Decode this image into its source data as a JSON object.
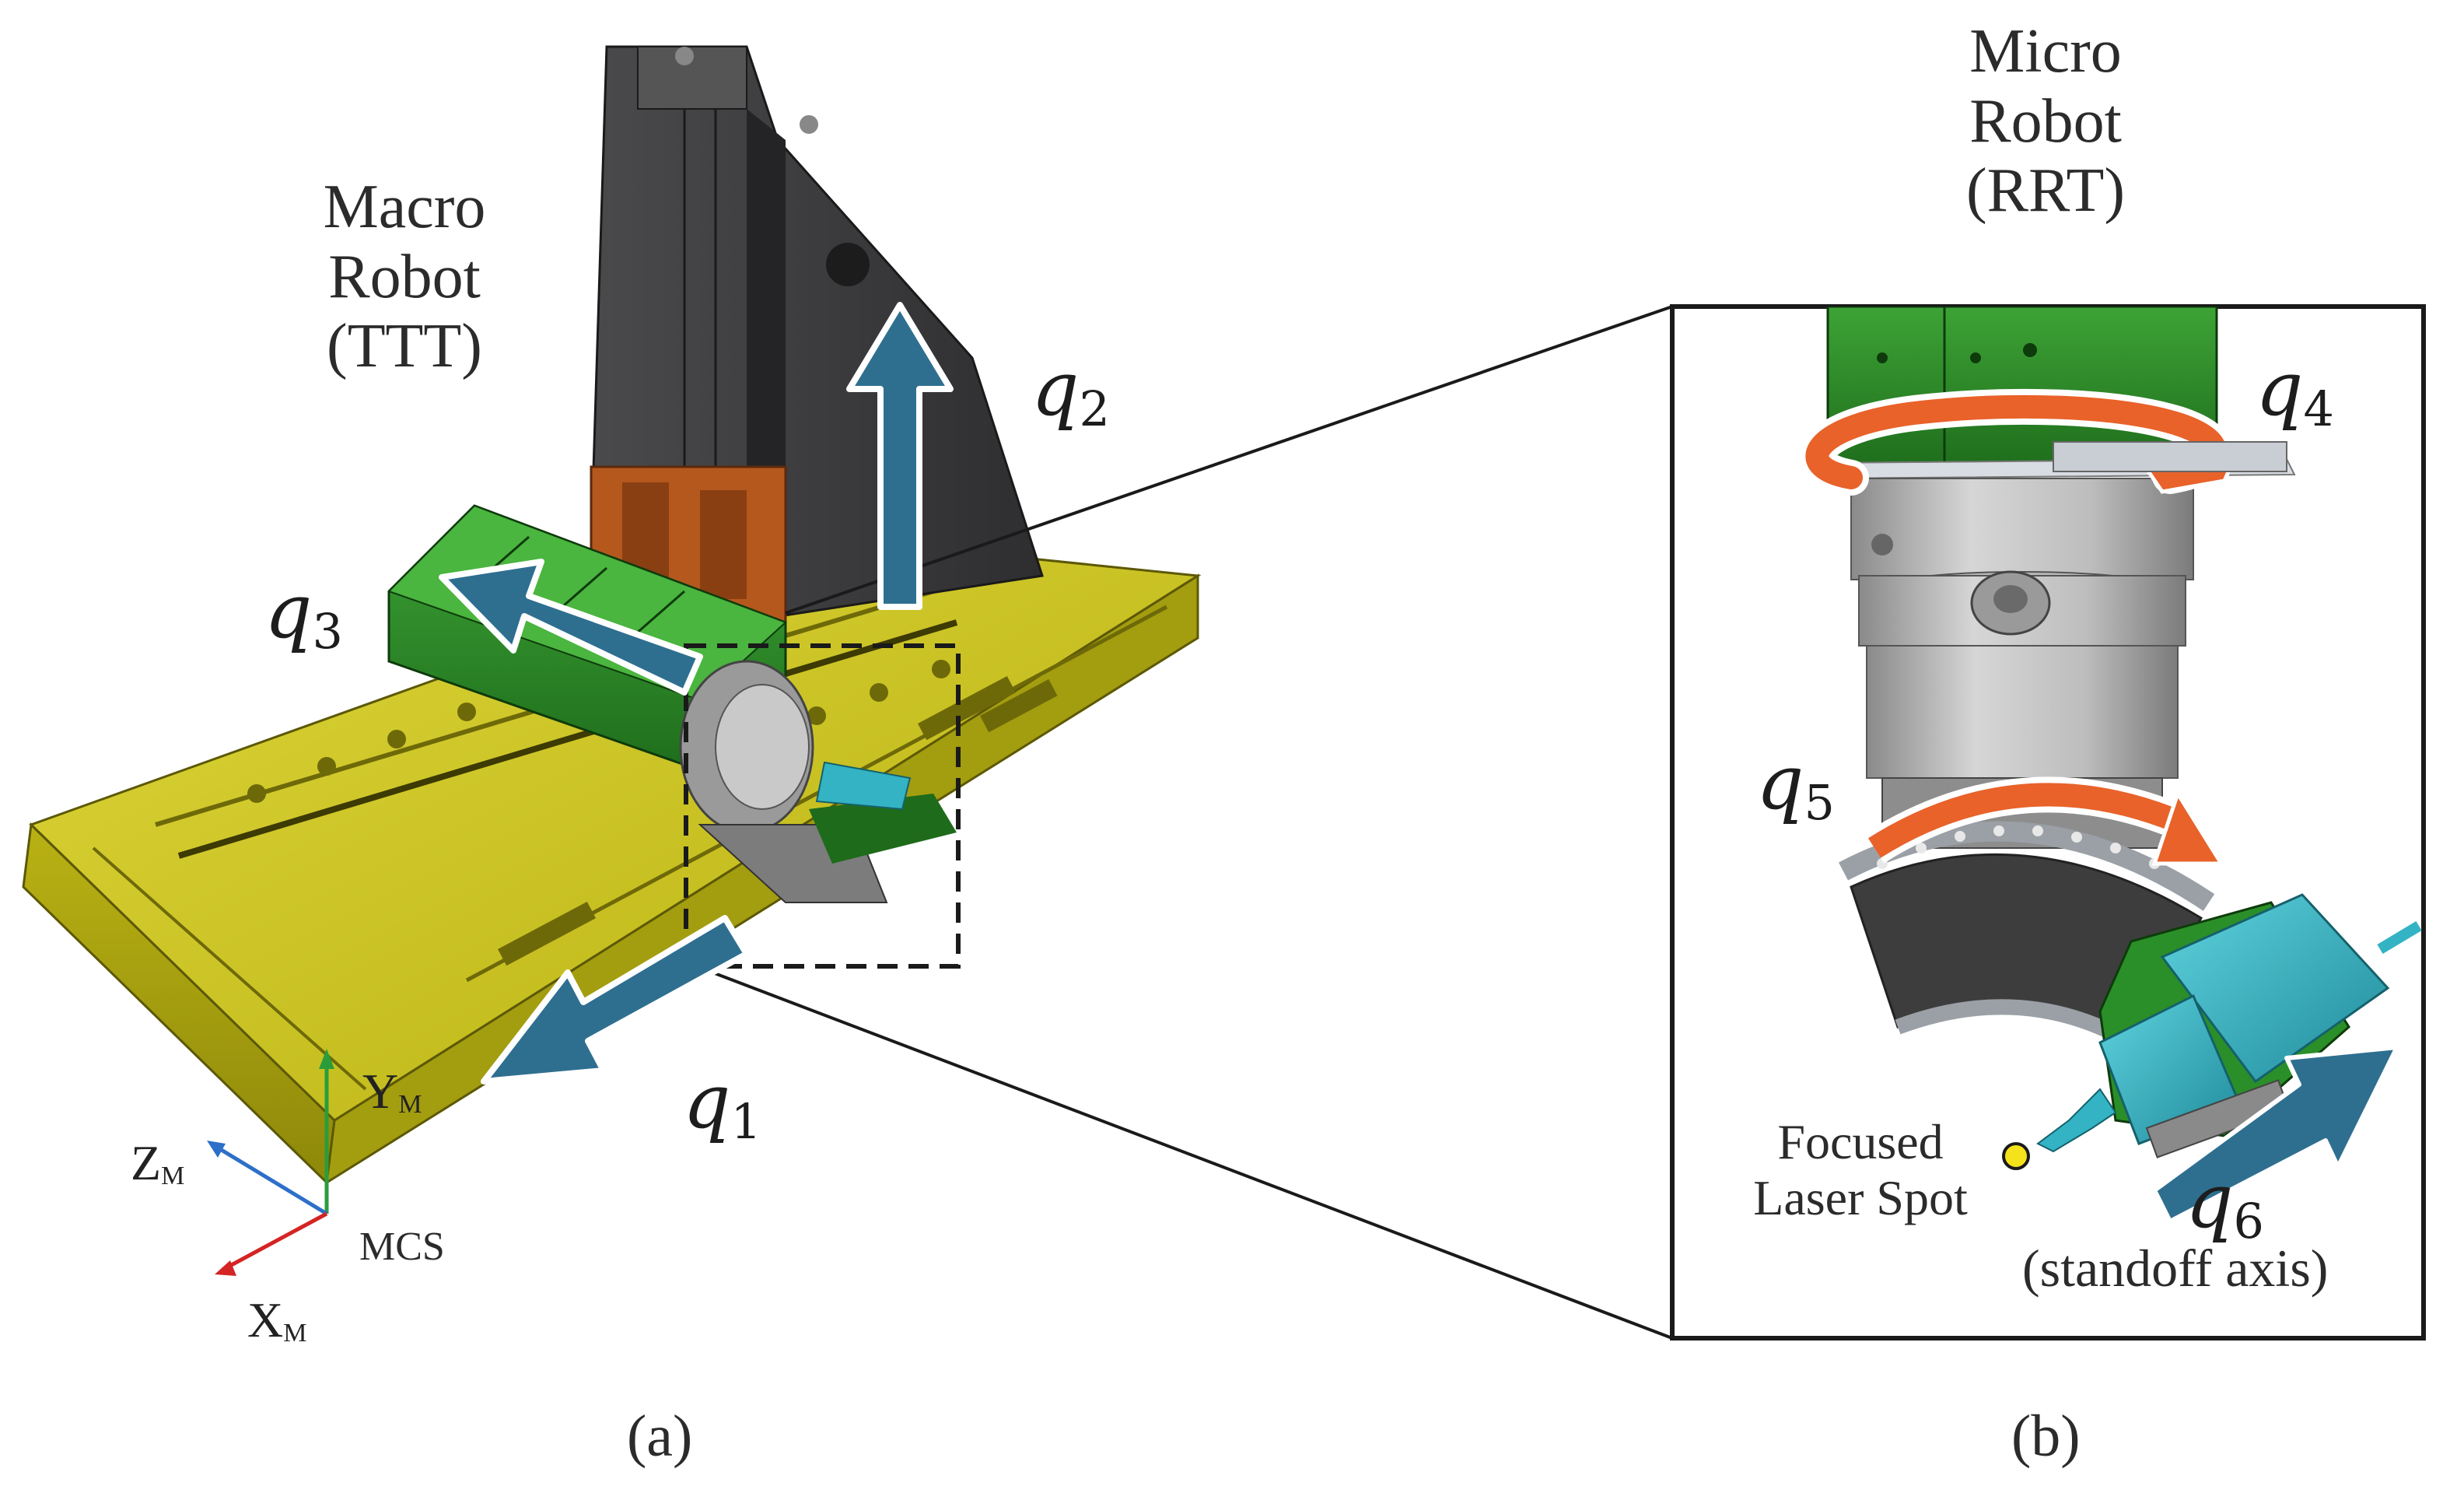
{
  "macro_label": [
    "Macro",
    "Robot",
    "(TTT)"
  ],
  "micro_label": [
    "Micro",
    "Robot",
    "(RRT)"
  ],
  "axes": {
    "q1": {
      "sym": "q",
      "sub": "1"
    },
    "q2": {
      "sym": "q",
      "sub": "2"
    },
    "q3": {
      "sym": "q",
      "sub": "3"
    },
    "q4": {
      "sym": "q",
      "sub": "4"
    },
    "q5": {
      "sym": "q",
      "sub": "5"
    },
    "q6": {
      "sym": "q",
      "sub": "6"
    }
  },
  "standoff_label": "(standoff axis)",
  "laser_spot_label": [
    "Focused",
    "Laser Spot"
  ],
  "coord": {
    "y": "Y",
    "z": "Z",
    "x": "X",
    "sub": "M",
    "frame": "MCS"
  },
  "panel_a": "(a)",
  "panel_b": "(b)",
  "colors": {
    "base_yellow": "#c9c21a",
    "tower_grey": "#3c3c3e",
    "carriage_green": "#2f8f2a",
    "slide_orange": "#b5581e",
    "arrow_blue": "#2e6f90",
    "rotary_orange": "#e8622a",
    "tool_cyan": "#33b3c4",
    "laser_spot": "#f4e21a"
  }
}
